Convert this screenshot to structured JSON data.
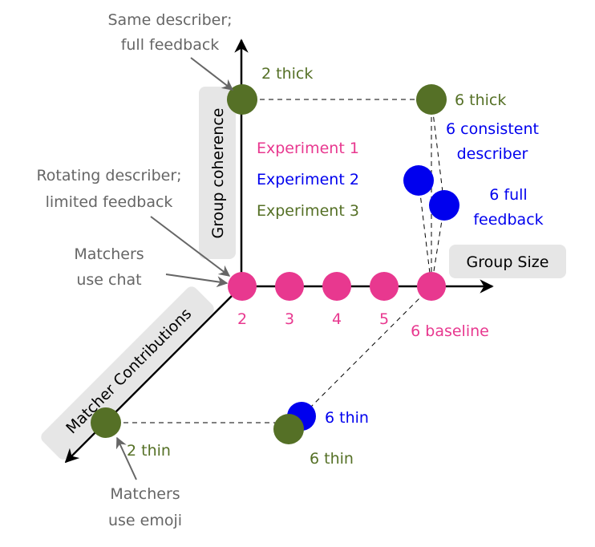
{
  "colors": {
    "experiment1": "#e8388f",
    "experiment2": "#0000ee",
    "experiment3": "#557026",
    "annotation": "#666666",
    "axis": "#000000",
    "axis_label_bg": "#e6e6e6"
  },
  "axes": {
    "group_size": "Group Size",
    "group_coherence": "Group coherence",
    "matcher_contributions": "Matcher Contributions"
  },
  "legend": {
    "experiment1": "Experiment 1",
    "experiment2": "Experiment 2",
    "experiment3": "Experiment 3"
  },
  "group_size_ticks": [
    "2",
    "3",
    "4",
    "5"
  ],
  "points": {
    "two_thick": "2 thick",
    "six_thick": "6 thick",
    "six_consistent_1": "6 consistent",
    "six_consistent_2": "describer",
    "six_full_1": "6 full",
    "six_full_2": "feedback",
    "six_baseline": "6 baseline",
    "six_thin_blue": "6 thin",
    "six_thin_green": "6 thin",
    "two_thin": "2 thin"
  },
  "annotations": {
    "same_describer_1": "Same describer;",
    "same_describer_2": "full feedback",
    "rotating_describer_1": "Rotating describer;",
    "rotating_describer_2": "limited feedback",
    "matchers_chat_1": "Matchers",
    "matchers_chat_2": "use chat",
    "matchers_emoji_1": "Matchers",
    "matchers_emoji_2": "use emoji"
  }
}
